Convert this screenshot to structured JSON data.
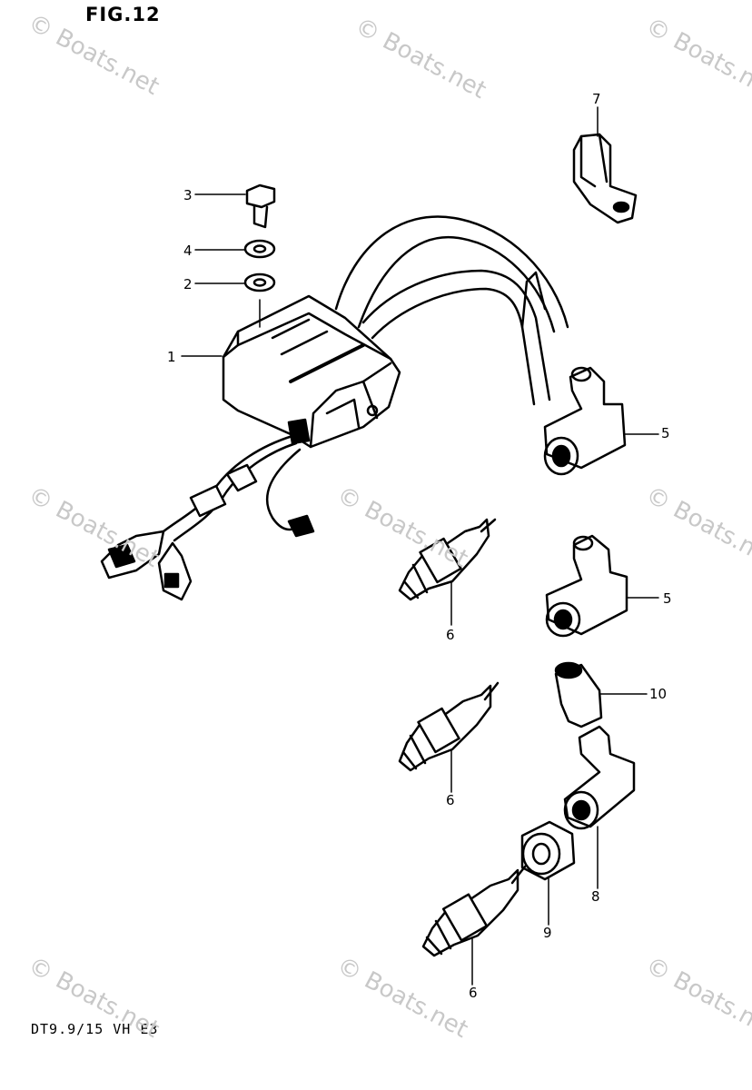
{
  "figure": {
    "title": "FIG.12",
    "model_code": "DT9.9/15 VH E3"
  },
  "watermark": "© Boats.net",
  "callouts": {
    "c1": "1",
    "c2": "2",
    "c3": "3",
    "c4": "4",
    "c5a": "5",
    "c5b": "5",
    "c6a": "6",
    "c6b": "6",
    "c6c": "6",
    "c7": "7",
    "c8": "8",
    "c9": "9",
    "c10": "10"
  },
  "ink_color": "#000000"
}
